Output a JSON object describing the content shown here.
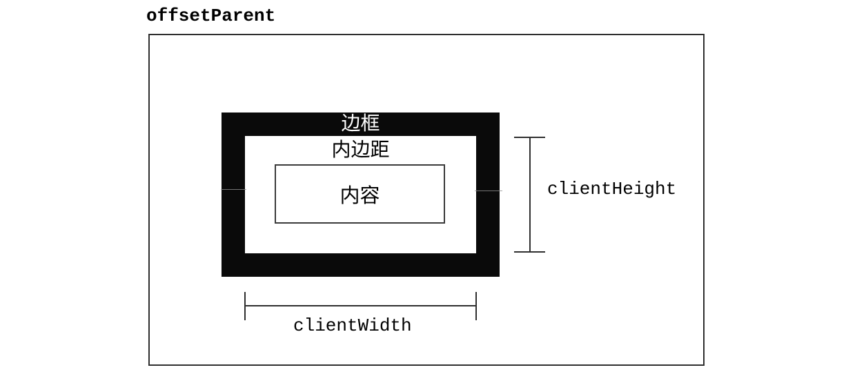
{
  "title": "offsetParent",
  "diagram": {
    "border_label": "边框",
    "padding_label": "内边距",
    "content_label": "内容",
    "client_height_label": "clientHeight",
    "client_width_label": "clientWidth"
  },
  "colors": {
    "border_fill": "#0a0a0a",
    "outer_border": "#2e2e2e",
    "measure_line": "#2e2e2e",
    "border_label_text": "#ffffff",
    "text": "#000000",
    "background": "#ffffff"
  }
}
